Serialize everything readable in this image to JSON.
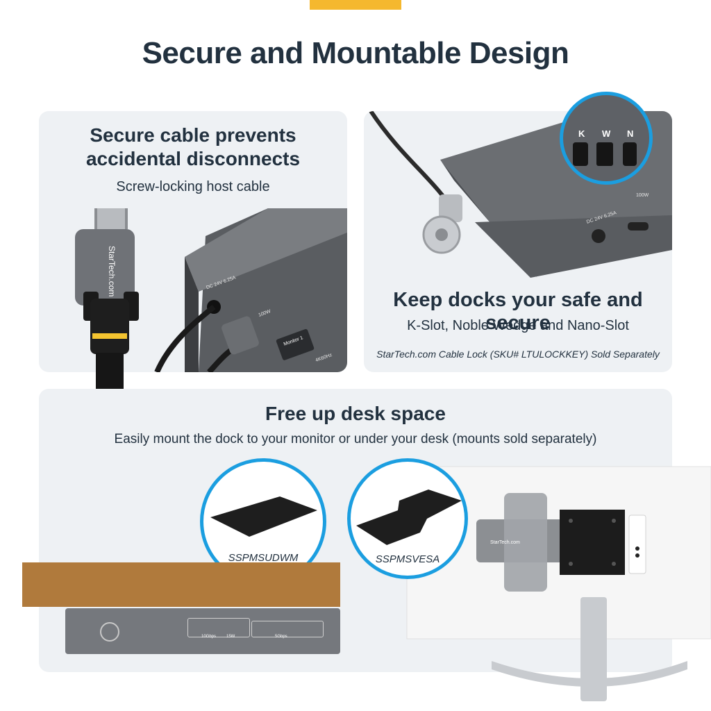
{
  "header": {
    "title": "Secure and Mountable Design"
  },
  "cable_panel": {
    "title_line1": "Secure cable prevents",
    "title_line2": "accidental disconnects",
    "subtitle": "Screw-locking host cable",
    "cable_brand": "StarTech.com",
    "dock_power_label": "DC 24V 6.25A",
    "dock_usbc_label": "100W",
    "dock_monitor_label": "Monitor 1",
    "dock_resolution_label": "4K60Hz"
  },
  "lock_panel": {
    "title": "Keep docks your safe and secure",
    "subtitle": "K-Slot, Noble Wedge and Nano-Slot",
    "note": "StarTech.com Cable Lock (SKU# LTULOCKKEY) Sold Separately",
    "slot_labels": [
      "K",
      "W",
      "N"
    ],
    "dock_power_label": "DC 24V 6.25A",
    "dock_usbc_label": "100W"
  },
  "mount_panel": {
    "title": "Free up desk space",
    "subtitle": "Easily mount the dock to your monitor or under your desk (mounts sold separately)",
    "mount1_sku": "SSPMSUDWM",
    "mount2_sku": "SSPMSVESA",
    "dock_front_labels": [
      "10Gbps",
      "15W",
      "5Gbps"
    ],
    "monitor_dock_brand": "StarTech.com"
  },
  "colors": {
    "accent": "#f5b82e",
    "circle_border": "#1b9ee0",
    "panel_bg": "#eef1f4",
    "heading": "#22313f"
  }
}
